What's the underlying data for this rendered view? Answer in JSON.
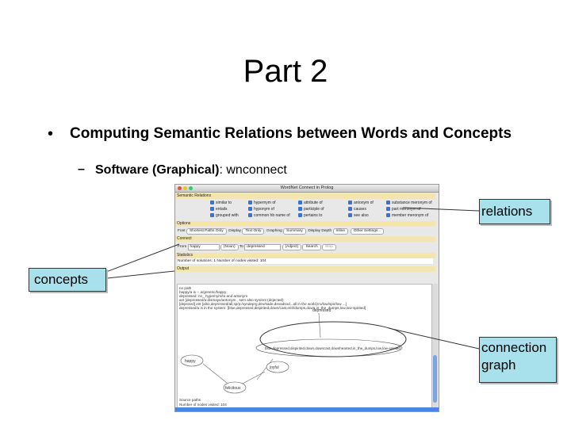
{
  "slide": {
    "title": "Part 2",
    "bullet": "•",
    "bullet_text": "Computing Semantic Relations between Words and Concepts",
    "sub_dash": "–",
    "sub_bold": "Software (Graphical)",
    "sub_rest": ": wnconnect"
  },
  "window": {
    "title": "WordNet Connect in Prolog",
    "sections": {
      "relations": "Semantic Relations",
      "options": "Options",
      "connect": "Connect",
      "statistics": "Statistics",
      "output": "Output"
    },
    "relations": [
      [
        "similar to",
        "hypernym of",
        "attribute of",
        "antonym of",
        "substance meronym of"
      ],
      [
        "entails",
        "hyponym of",
        "participle of",
        "causes",
        "part meronym of"
      ],
      [
        "grouped with",
        "common hb name of",
        "pertains to",
        "see also",
        "member meronym of"
      ]
    ],
    "options": {
      "font_label": "Font",
      "font_value": "Shortest Paths Only",
      "display_label": "Display",
      "display_value": "Text Only",
      "graphing_label": "Graphing",
      "graphing_value": "Summary",
      "depth_label": "Display Depth",
      "depth_value": "Inline",
      "other_button": "Other Settings..."
    },
    "connect": {
      "from_label": "From",
      "from_value": "happy",
      "from_pos": "(Noun)",
      "to_label": "To",
      "to_value": "depressed",
      "to_pos": "(Adject)",
      "search_button": "Search",
      "stop_button": "Stop"
    },
    "statistics_text": "Number of solutions: 1  Number of nodes visited: 104",
    "output_lines": [
      "no path",
      "happy/a is -- a/generic/happy",
      "depressed: no_ hypernym/to and antonym",
      "ant [depressed/a:dismaye/antonym , sem also syn/ent (dejected)",
      "[dejected] ent [also,depressed/all,sp/p:/syndeprg,dev/sade,devadsod...all in the world,tro/low/spir/low ...]",
      "depressed/a is in the system: [blue,depressed,dispirited,down/cast,ent//dumps,down,in_the_dumps,low,low-spirited]"
    ],
    "graph_nodes": [
      "happy",
      "joyful",
      "felicitous",
      "depressed"
    ],
    "output_footer": "Source paths",
    "output_footer2": "Number of nodes visited: 104"
  },
  "callouts": {
    "relations": "relations",
    "concepts": "concepts",
    "graph_line1": "connection",
    "graph_line2": "graph"
  }
}
